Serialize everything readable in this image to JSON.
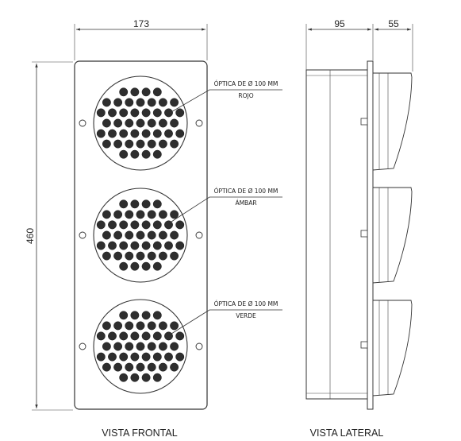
{
  "dimensions": {
    "front_width": "173",
    "height": "460",
    "side_depth": "95",
    "visor_depth": "55"
  },
  "lenses": [
    {
      "label": "ÓPTICA DE Ø 100 MM",
      "color": "ROJO"
    },
    {
      "label": "ÓPTICA DE Ø 100 MM",
      "color": "ÁMBAR"
    },
    {
      "label": "ÓPTICA DE Ø 100 MM",
      "color": "VERDE"
    }
  ],
  "views": {
    "front": "VISTA FRONTAL",
    "side": "VISTA LATERAL"
  }
}
